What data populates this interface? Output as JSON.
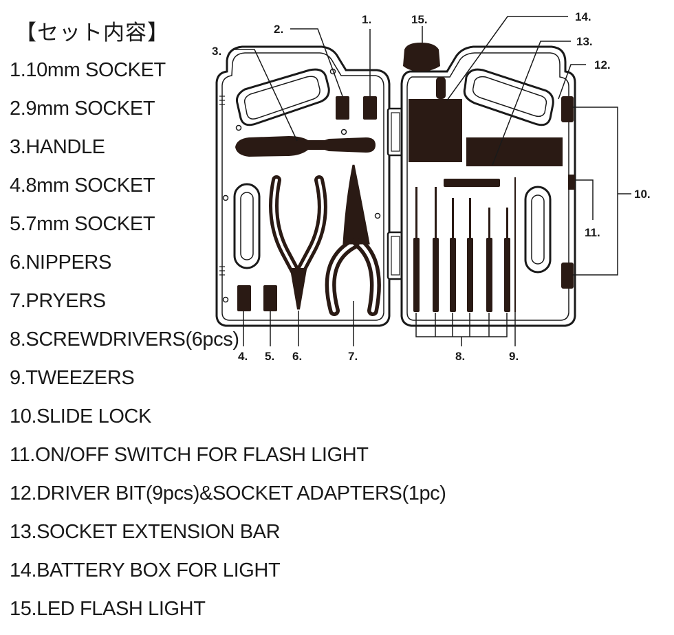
{
  "title": "【セット内容】",
  "items": [
    "1.10mm SOCKET",
    "2.9mm SOCKET",
    "3.HANDLE",
    "4.8mm SOCKET",
    "5.7mm SOCKET",
    "6.NIPPERS",
    "7.PRYERS",
    "8.SCREWDRIVERS(6pcs)",
    "9.TWEEZERS",
    "10.SLIDE LOCK",
    "11.ON/OFF SWITCH FOR FLASH LIGHT",
    "12.DRIVER BIT(9pcs)&SOCKET ADAPTERS(1pc)",
    "13.SOCKET EXTENSION BAR",
    "14.BATTERY BOX FOR LIGHT",
    "15.LED FLASH LIGHT"
  ],
  "callouts": {
    "c1": "1.",
    "c2": "2.",
    "c3": "3.",
    "c4": "4.",
    "c5": "5.",
    "c6": "6.",
    "c7": "7.",
    "c8": "8.",
    "c9": "9.",
    "c10": "10.",
    "c11": "11.",
    "c12": "12.",
    "c13": "13.",
    "c14": "14.",
    "c15": "15."
  },
  "colors": {
    "ink": "#1a1a1a",
    "fill": "#2a1a14",
    "case": "#ffffff"
  }
}
